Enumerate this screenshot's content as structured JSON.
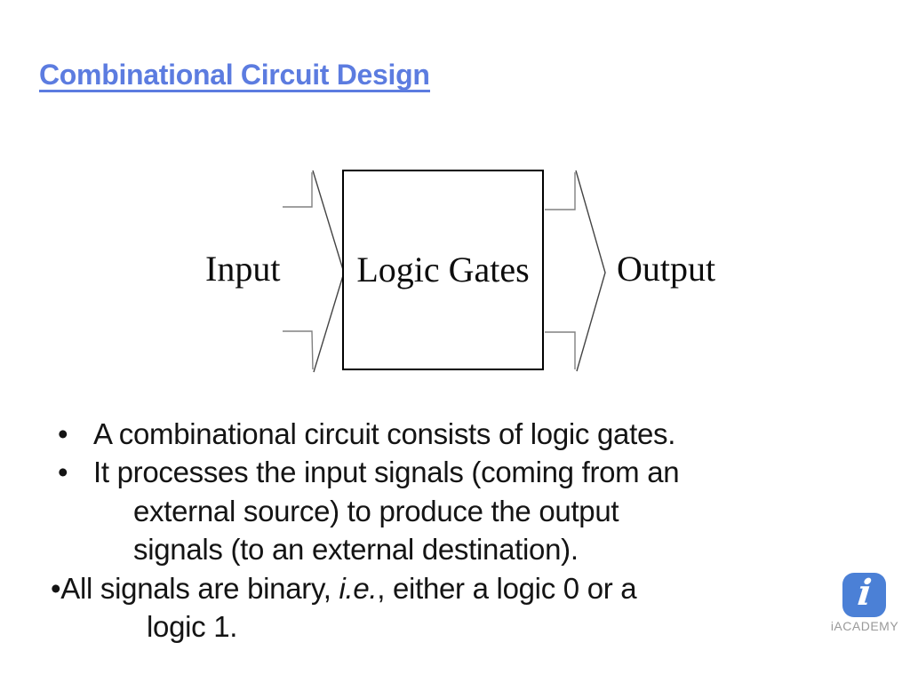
{
  "slide": {
    "title": "Combinational Circuit Design"
  },
  "diagram": {
    "input_label": "Input",
    "box_label": "Logic Gates",
    "output_label": "Output"
  },
  "bullets": {
    "bullet_char": "•",
    "lines": [
      {
        "text": "A combinational circuit consists of logic gates."
      },
      {
        "text": "It processes the input signals (coming from an"
      },
      {
        "text": "external source) to produce the output"
      },
      {
        "text": "signals (to an external destination)."
      },
      {
        "pre": "All signals are binary, ",
        "italic": "i.e.",
        "post": ", either a logic 0 or a"
      },
      {
        "text": "logic 1."
      }
    ]
  },
  "logo": {
    "icon_letter": "i",
    "text": "iACADEMY"
  },
  "colors": {
    "background": "#ffffff",
    "title": "#5c7ce0",
    "body_text": "#141414",
    "box_border": "#000000",
    "feeder_line": "#808080",
    "chevron_line": "#444444",
    "logo_blue": "#4b80d6",
    "logo_gray": "#9a9a9a"
  }
}
